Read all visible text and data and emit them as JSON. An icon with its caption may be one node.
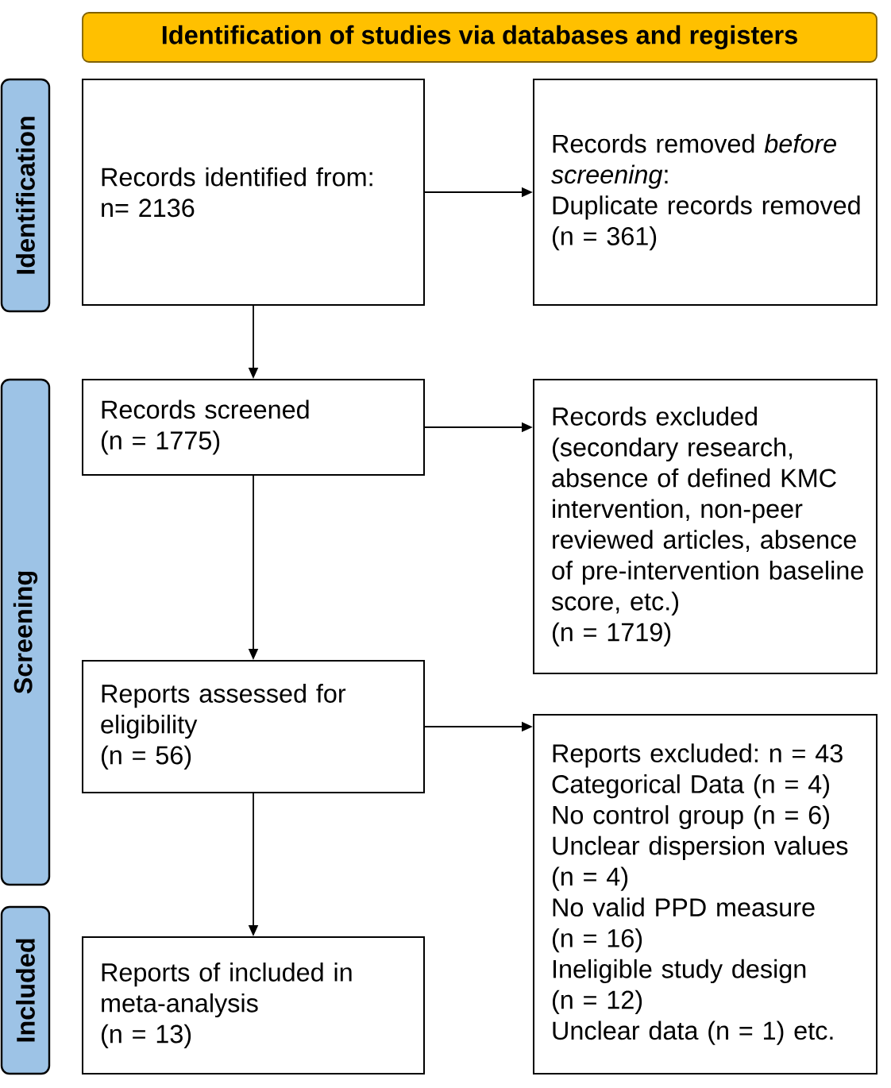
{
  "diagram": {
    "nodes": [
      {
        "text": [
          "Identification of studies via databases and registers"
        ]
      },
      {
        "text": [
          "Identification"
        ]
      },
      {
        "text": [
          "Screening"
        ]
      },
      {
        "text": [
          "Included"
        ]
      },
      {
        "text": [
          "Records identified from:",
          "n= 2136"
        ]
      },
      {
        "text": [
          "Records removed *before screening*:",
          "Duplicate records removed",
          "(n = 361)"
        ]
      },
      {
        "text": [
          "Records screened",
          "(n = 1775)"
        ]
      },
      {
        "text": [
          "Records excluded",
          "(secondary research, absence of defined KMC intervention, non-peer reviewed articles, absence of pre-intervention baseline score, etc.)",
          "(n = 1719)"
        ]
      },
      {
        "text": [
          "Reports assessed for eligibility",
          "(n = 56)"
        ]
      },
      {
        "text": [
          "Reports excluded: n = 43",
          "Categorical Data (n = 4)",
          "No control group (n = 6)",
          "Unclear dispersion values (n = 4)",
          "No valid PPD measure (n = 16)",
          "Ineligible study design (n = 12)",
          "Unclear data (n = 1) etc."
        ]
      },
      {
        "text": [
          "Reports of included in meta-analysis",
          "(n = 13)"
        ]
      }
    ],
    "edges": [
      {
        "from": 4,
        "to": 5,
        "arrow": "to"
      },
      {
        "from": 4,
        "to": 6,
        "arrow": "to"
      },
      {
        "from": 6,
        "to": 7,
        "arrow": "to"
      },
      {
        "from": 6,
        "to": 8,
        "arrow": "to"
      },
      {
        "from": 8,
        "to": 9,
        "arrow": "to"
      },
      {
        "from": 8,
        "to": 10,
        "arrow": "to"
      }
    ]
  }
}
